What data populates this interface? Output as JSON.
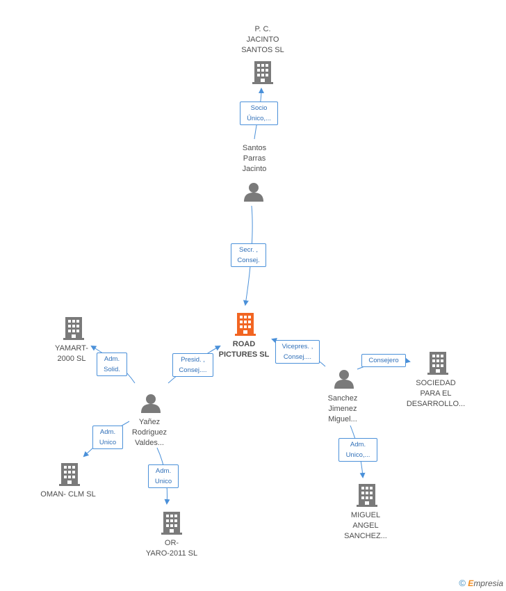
{
  "colors": {
    "edge": "#4a90d9",
    "node_gray": "#7a7a7a",
    "node_center": "#f26522"
  },
  "nodes": {
    "pc_jacinto": {
      "label": "P.  C.\nJACINTO\nSANTOS SL",
      "icon": "building-icon"
    },
    "santos_parras": {
      "label": "Santos\nParras\nJacinto",
      "icon": "person-icon"
    },
    "road_pictures": {
      "label": "ROAD\nPICTURES SL",
      "icon": "building-icon"
    },
    "yamart": {
      "label": "YAMART-\n2000 SL",
      "icon": "building-icon"
    },
    "yanez": {
      "label": "Yañez\nRodriguez\nValdes...",
      "icon": "person-icon"
    },
    "oman": {
      "label": "OMAN- CLM SL",
      "icon": "building-icon"
    },
    "oryaro": {
      "label": "OR-\nYARO-2011 SL",
      "icon": "building-icon"
    },
    "sanchez": {
      "label": "Sanchez\nJimenez\nMiguel...",
      "icon": "person-icon"
    },
    "sociedad": {
      "label": "SOCIEDAD\nPARA EL\nDESARROLLO...",
      "icon": "building-icon"
    },
    "miguel_angel": {
      "label": "MIGUEL\nANGEL\nSANCHEZ...",
      "icon": "building-icon"
    }
  },
  "edges": {
    "socio_unico": "Socio\nÚnico,...",
    "secr_consej": "Secr. ,\nConsej.",
    "adm_solid": "Adm.\nSolid.",
    "presid_consej": "Presid. ,\nConsej....",
    "vicepres_consej": "Vicepres. ,\nConsej....",
    "consejero": "Consejero",
    "adm_unico_oman": "Adm.\nUnico",
    "adm_unico_oryaro": "Adm.\nUnico",
    "adm_unico_miguel": "Adm.\nUnico,..."
  },
  "watermark": {
    "copyright": "©",
    "brand_first": "E",
    "brand_rest": "mpresia"
  }
}
